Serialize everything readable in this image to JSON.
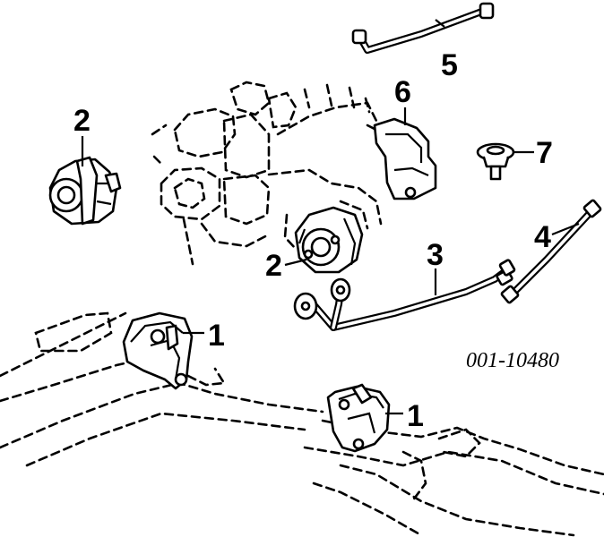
{
  "diagram": {
    "part_number": "001-10480",
    "callouts": {
      "c1a": "1",
      "c1b": "1",
      "c2a": "2",
      "c2b": "2",
      "c3": "3",
      "c4": "4",
      "c5": "5",
      "c6": "6",
      "c7": "7"
    }
  }
}
